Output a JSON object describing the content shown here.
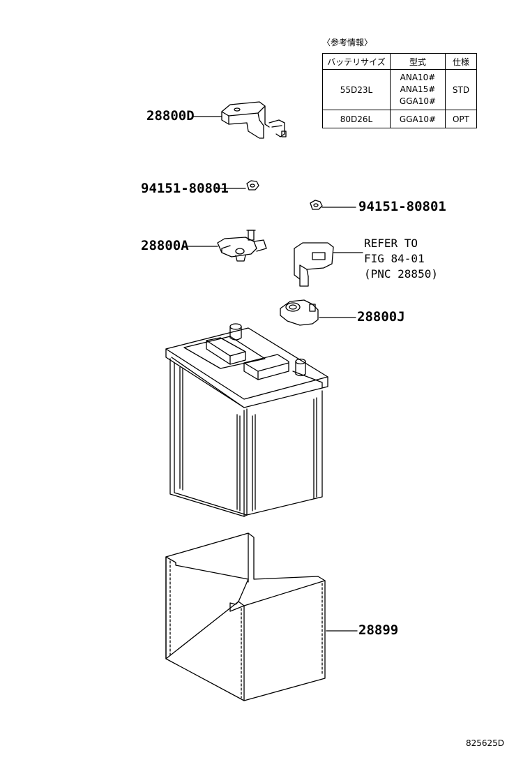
{
  "callouts": {
    "p28800D": "28800D",
    "p94151_left": "94151-80801",
    "p94151_right": "94151-80801",
    "p28800A": "28800A",
    "p28800J": "28800J",
    "p28899": "28899"
  },
  "refer_note": {
    "line1": "REFER TO",
    "line2": "FIG 84-01",
    "line3": "(PNC 28850)"
  },
  "spec_table": {
    "caption": "〈参考情報〉",
    "headers": [
      "バッテリサイズ",
      "型式",
      "仕様"
    ],
    "rows": [
      {
        "size": "55D23L",
        "models": [
          "ANA10#",
          "ANA15#",
          "GGA10#"
        ],
        "spec": "STD"
      },
      {
        "size": "80D26L",
        "models": [
          "GGA10#"
        ],
        "spec": "OPT"
      }
    ]
  },
  "drawing_number": "825625D"
}
